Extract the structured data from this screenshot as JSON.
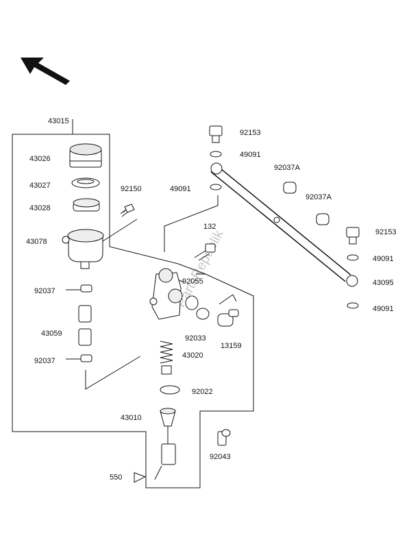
{
  "watermark": "PartsRepublik",
  "parts": {
    "p43015": "43015",
    "p43026": "43026",
    "p43027": "43027",
    "p43028": "43028",
    "p43078": "43078",
    "p92150": "92150",
    "p92037_a": "92037",
    "p92037_b": "92037",
    "p43059": "43059",
    "p43020": "43020",
    "p92022": "92022",
    "p43010": "43010",
    "p550": "550",
    "p92043": "92043",
    "p92055": "92055",
    "p92033": "92033",
    "p13159": "13159",
    "p132": "132",
    "p49091_a": "49091",
    "p92153_a": "92153",
    "p49091_b": "49091",
    "p92037A_a": "92037A",
    "p92037A_b": "92037A",
    "p92153_b": "92153",
    "p49091_c": "49091",
    "p43095": "43095",
    "p49091_d": "49091"
  }
}
